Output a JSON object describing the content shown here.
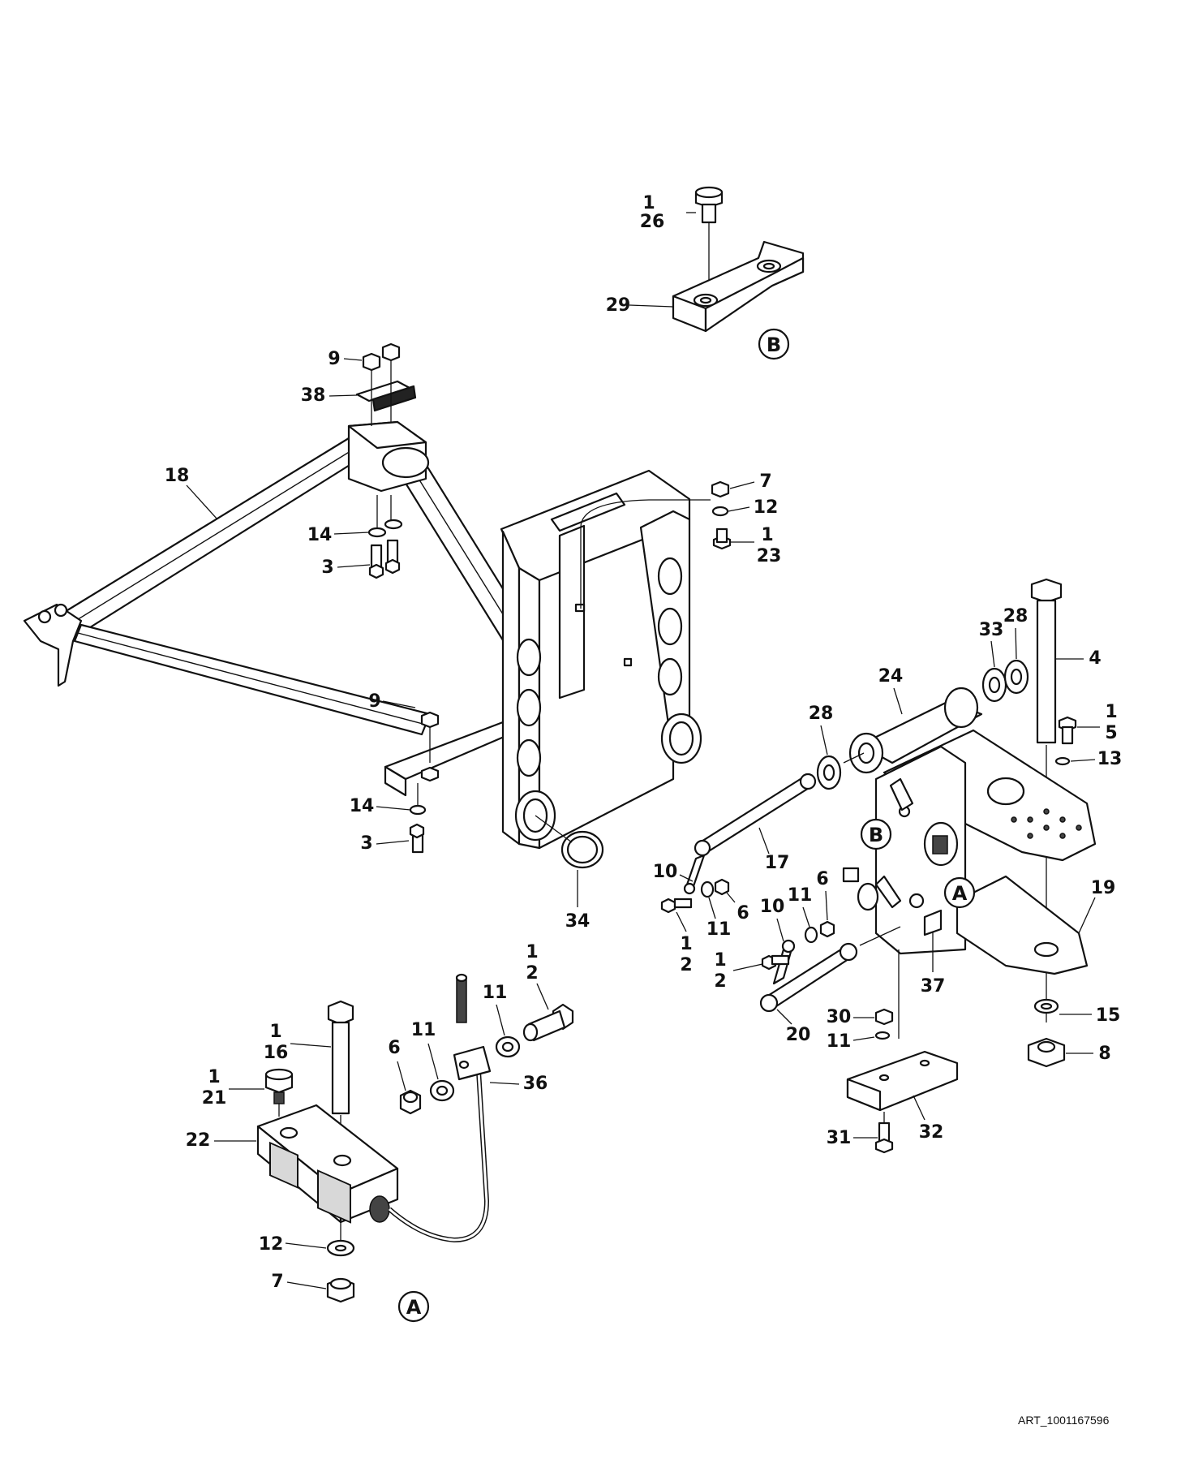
{
  "labels": {
    "p26_qty": "1",
    "p26": "26",
    "p29": "29",
    "callout_b_top": "B",
    "p9_top": "9",
    "p38": "38",
    "p18": "18",
    "p14_top": "14",
    "p3_top": "3",
    "p7_top": "7",
    "p12_top": "12",
    "p23_qty": "1",
    "p23": "23",
    "p9_mid": "9",
    "p14_mid": "14",
    "p3_mid": "3",
    "p34": "34",
    "p33": "33",
    "p28_right": "28",
    "p4": "4",
    "p24": "24",
    "p28_left": "28",
    "p5_qty": "1",
    "p5": "5",
    "p13": "13",
    "callout_b_mount": "B",
    "p17": "17",
    "p10_left": "10",
    "p6_left": "6",
    "p11_left": "11",
    "p2_left_qty": "1",
    "p2_left": "2",
    "p10_right": "10",
    "p11_right": "11",
    "p6_right": "6",
    "callout_a_mount": "A",
    "p19": "19",
    "p2_right_qty": "1",
    "p2_right": "2",
    "p20": "20",
    "p37": "37",
    "p30": "30",
    "p11_low": "11",
    "p15": "15",
    "p8": "8",
    "p32": "32",
    "p31": "31",
    "p2_top_qty": "1",
    "p2_top": "2",
    "p11_a1": "11",
    "p11_a2": "11",
    "p6_a": "6",
    "p36": "36",
    "p16_qty": "1",
    "p16": "16",
    "p21_qty": "1",
    "p21": "21",
    "p22": "22",
    "p12_bottom": "12",
    "p7_bottom": "7",
    "callout_a_bottom": "A"
  },
  "art_id": "ART_1001167596"
}
